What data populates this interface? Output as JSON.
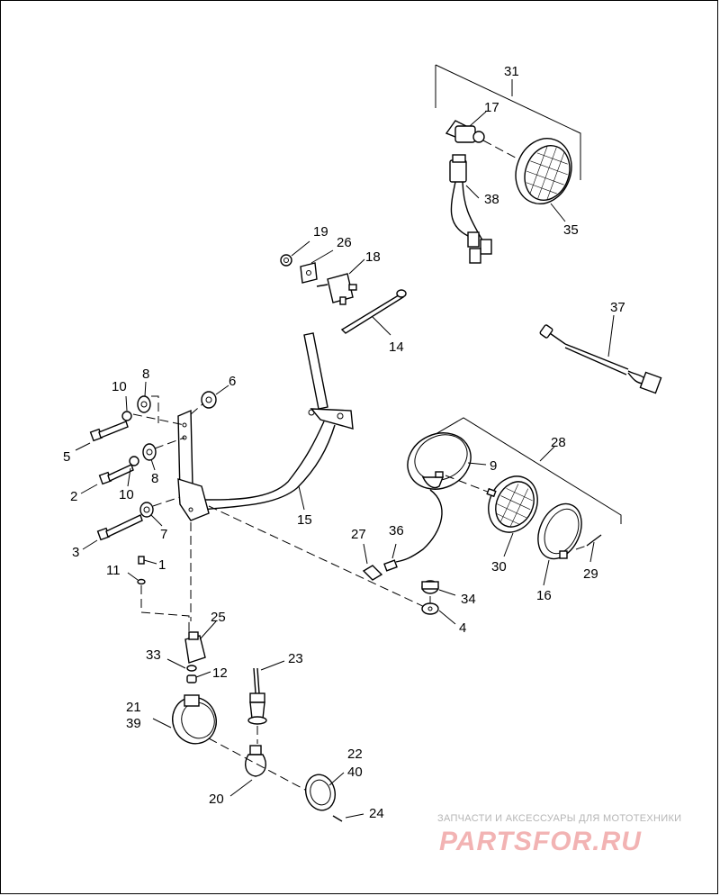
{
  "callouts": [
    {
      "id": "c31",
      "text": "31"
    },
    {
      "id": "c17",
      "text": "17"
    },
    {
      "id": "c38",
      "text": "38"
    },
    {
      "id": "c35",
      "text": "35"
    },
    {
      "id": "c19",
      "text": "19"
    },
    {
      "id": "c26",
      "text": "26"
    },
    {
      "id": "c18",
      "text": "18"
    },
    {
      "id": "c14",
      "text": "14"
    },
    {
      "id": "c37",
      "text": "37"
    },
    {
      "id": "c10a",
      "text": "10"
    },
    {
      "id": "c8a",
      "text": "8"
    },
    {
      "id": "c6",
      "text": "6"
    },
    {
      "id": "c5",
      "text": "5"
    },
    {
      "id": "c2",
      "text": "2"
    },
    {
      "id": "c10b",
      "text": "10"
    },
    {
      "id": "c8b",
      "text": "8"
    },
    {
      "id": "c7",
      "text": "7"
    },
    {
      "id": "c3",
      "text": "3"
    },
    {
      "id": "c15",
      "text": "15"
    },
    {
      "id": "c28",
      "text": "28"
    },
    {
      "id": "c9",
      "text": "9"
    },
    {
      "id": "c27",
      "text": "27"
    },
    {
      "id": "c36",
      "text": "36"
    },
    {
      "id": "c30",
      "text": "30"
    },
    {
      "id": "c16",
      "text": "16"
    },
    {
      "id": "c29",
      "text": "29"
    },
    {
      "id": "c11",
      "text": "11"
    },
    {
      "id": "c1",
      "text": "1"
    },
    {
      "id": "c34",
      "text": "34"
    },
    {
      "id": "c4",
      "text": "4"
    },
    {
      "id": "c25",
      "text": "25"
    },
    {
      "id": "c33",
      "text": "33"
    },
    {
      "id": "c12",
      "text": "12"
    },
    {
      "id": "c23",
      "text": "23"
    },
    {
      "id": "c21",
      "text": "21"
    },
    {
      "id": "c39",
      "text": "39"
    },
    {
      "id": "c22",
      "text": "22"
    },
    {
      "id": "c40",
      "text": "40"
    },
    {
      "id": "c20",
      "text": "20"
    },
    {
      "id": "c24",
      "text": "24"
    }
  ],
  "watermark": {
    "tagline": "ЗАПЧАСТИ И АКСЕССУАРЫ ДЛЯ МОТОТЕХНИКИ",
    "brand": "PARTSFOR.RU"
  }
}
